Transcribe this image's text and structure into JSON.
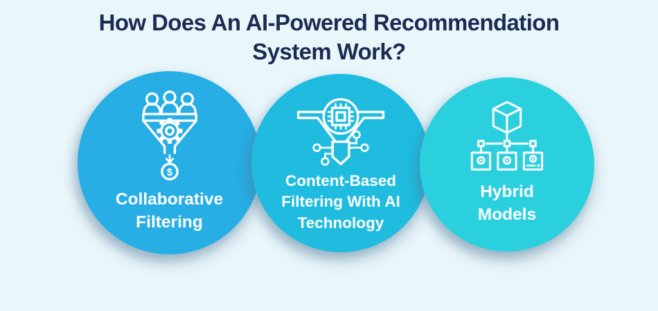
{
  "title": {
    "text": "How Does An AI-Powered Recommendation System Work?",
    "line1": "How Does An AI-Powered Recommendation",
    "line2": "System Work?"
  },
  "colors": {
    "background": "#E9F6FA",
    "title_text": "#1B2B52",
    "label_text": "#FFFFFF",
    "icon_stroke": "#FFFFFF",
    "circle_1": "#27AEE4",
    "circle_2": "#1FBCE0",
    "circle_3": "#2BD0DF"
  },
  "circles": [
    {
      "label": "Collaborative Filtering",
      "icon": "users-funnel-gear-dollar-icon",
      "color": "#27AEE4"
    },
    {
      "label": "Content-Based Filtering With AI Technology",
      "icon": "ai-chip-funnel-circuit-icon",
      "color": "#1FBCE0"
    },
    {
      "label": "Hybrid Models",
      "icon": "cube-connected-models-icon",
      "color": "#2BD0DF"
    }
  ],
  "icon_dollar_glyph": "$"
}
